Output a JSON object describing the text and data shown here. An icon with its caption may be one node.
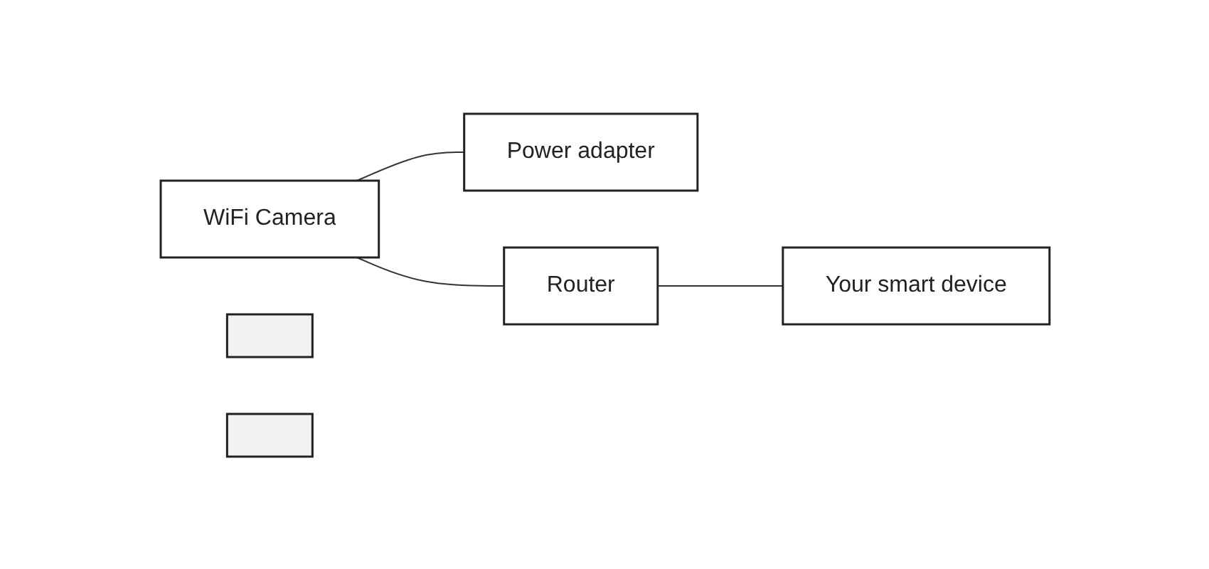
{
  "diagram": {
    "nodes": [
      {
        "text": [
          "WiFi Camera"
        ]
      },
      {
        "text": [
          "Power adapter"
        ]
      },
      {
        "text": [],
        "shape": "box"
      },
      {
        "text": [
          "Router"
        ]
      },
      {
        "text": [
          "Your smart device"
        ]
      },
      {
        "text": [],
        "shape": "box"
      }
    ],
    "edges": [
      {
        "from": 0,
        "to": 1,
        "arrow": "none"
      },
      {
        "from": 0,
        "to": 3,
        "arrow": "none"
      },
      {
        "from": 3,
        "to": 4,
        "arrow": "none"
      }
    ]
  }
}
